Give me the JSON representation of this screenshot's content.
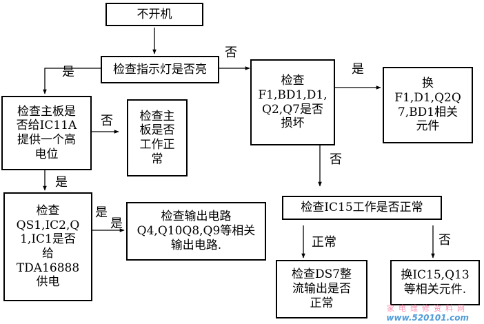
{
  "nodes": {
    "start": {
      "lines": [
        "不开机"
      ]
    },
    "check_indicator": {
      "lines": [
        "检查指示灯是否亮"
      ]
    },
    "check_parts": {
      "lines": [
        "检查",
        "F1,BD1,D1,",
        "Q2,Q7是否",
        "损坏"
      ]
    },
    "replace_parts": {
      "lines": [
        "换",
        "F1,D1,Q2Q",
        "7,BD1相关",
        "元件"
      ]
    },
    "check_board_signal": {
      "lines": [
        "检查主板是",
        "否给IC11A",
        "提供一个高",
        "电位"
      ]
    },
    "check_board": {
      "lines": [
        "检查主",
        "板是否",
        "工作正",
        "常"
      ]
    },
    "check_qs1": {
      "lines": [
        "检查",
        "QS1,IC2,Q",
        "1,IC1是否",
        "给",
        "TDA16888",
        "供电"
      ]
    },
    "check_output": {
      "lines": [
        "检查输出电路",
        "Q4,Q10Q8,Q9等相关",
        "输出电路."
      ]
    },
    "check_ic15": {
      "lines": [
        "检查IC15工作是否正常"
      ]
    },
    "check_ds7": {
      "lines": [
        "检查DS7整",
        "流输出是否",
        "正常"
      ]
    },
    "replace_ic15": {
      "lines": [
        "换IC15,Q13",
        "等相关元件."
      ]
    }
  },
  "edge_labels": {
    "no_indicator": "否",
    "yes_left": "是",
    "yes_right": "是",
    "no_parts": "否",
    "no_board": "否",
    "yes_down": "是",
    "yes_output_1": "是",
    "yes_output_2": "是",
    "normal": "正常",
    "no_ic15": "否"
  },
  "watermark": {
    "cn": "家电维修资料网",
    "url": "www.520101.com"
  }
}
